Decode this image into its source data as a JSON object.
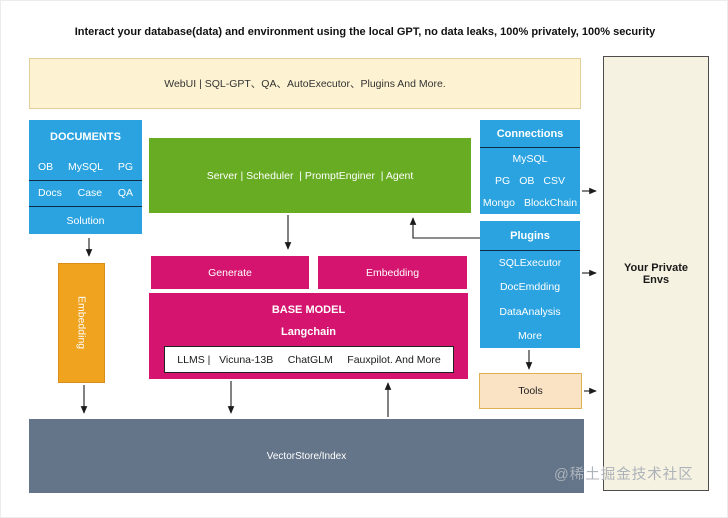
{
  "page": {
    "title": "Interact your database(data) and environment using the local GPT, no data leaks, 100% privately, 100% security",
    "watermark": "@稀土掘金技术社区"
  },
  "banner": {
    "label": "WebUI | SQL-GPT、QA、AutoExecutor、Plugins And More."
  },
  "documents": {
    "title": "DOCUMENTS",
    "row1": [
      "OB",
      "MySQL",
      "PG"
    ],
    "row2": [
      "Docs",
      "Case",
      "QA"
    ],
    "solution": "Solution"
  },
  "server": {
    "label": "Server | Scheduler  | PromptEnginer  | Agent"
  },
  "connections": {
    "title": "Connections",
    "row1": [
      "MySQL"
    ],
    "row2": [
      "PG",
      "OB",
      "CSV"
    ],
    "row3": [
      "Mongo",
      "BlockChain"
    ]
  },
  "plugins": {
    "title": "Plugins",
    "items": [
      "SQLExecutor",
      "DocEmdding",
      "DataAnalysis",
      "More"
    ]
  },
  "pipeline": {
    "generate": "Generate",
    "embedding": "Embedding"
  },
  "base_model": {
    "title": "BASE MODEL",
    "subtitle": "Langchain",
    "models": "LLMS |   Vicuna-13B     ChatGLM     Fauxpilot. And More"
  },
  "embedding_sidebar": {
    "label": "Embedding"
  },
  "tools": {
    "label": "Tools"
  },
  "vector_store": {
    "label": "VectorStore/Index"
  },
  "private_envs": {
    "label": "Your Private Envs"
  },
  "colors": {
    "blue": "#2AA3E0",
    "green": "#68AC23",
    "pink": "#D4146E",
    "orange": "#F0A31F",
    "slate": "#64758A",
    "banner_bg": "#FDF3D2",
    "tools_bg": "#FAE2C4",
    "envs_bg": "#F6F2E1"
  }
}
